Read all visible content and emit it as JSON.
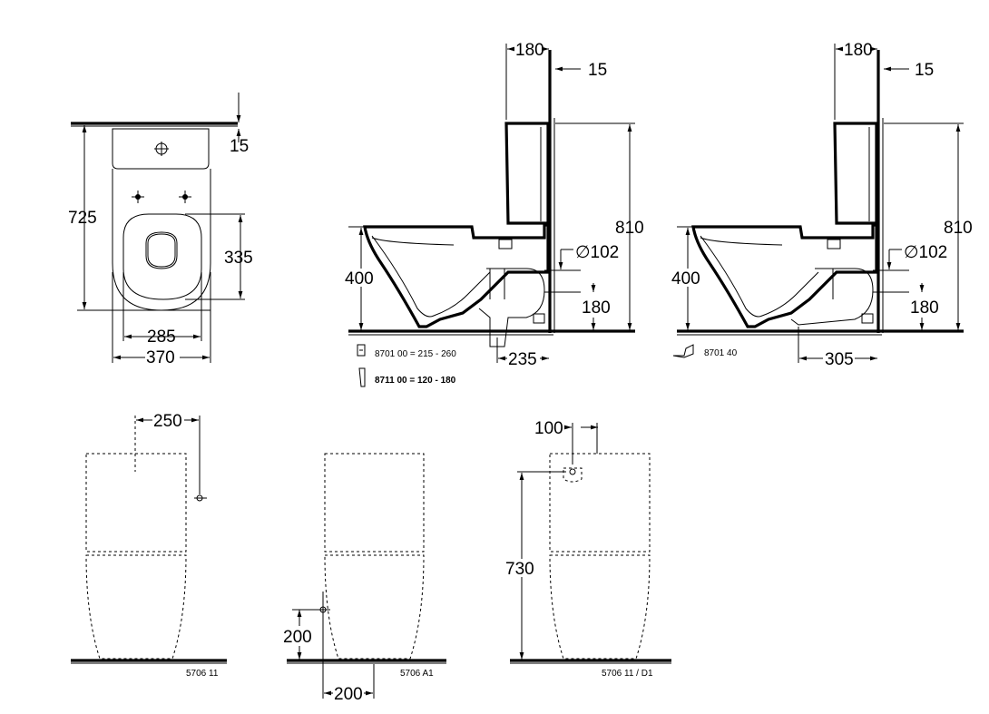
{
  "plan_view": {
    "dims": [
      "15",
      "725",
      "335",
      "285",
      "370"
    ]
  },
  "side_view_1": {
    "dims": [
      "180",
      "15",
      "810",
      "400",
      "∅102",
      "180",
      "235"
    ],
    "notes": [
      "8701 00 = 215 - 260",
      "8711 00 = 120 - 180"
    ]
  },
  "side_view_2": {
    "dims": [
      "180",
      "15",
      "810",
      "400",
      "∅102",
      "180",
      "305"
    ],
    "notes": [
      "8701 40"
    ]
  },
  "front_view_1": {
    "dims": [
      "250"
    ],
    "code": "5706 11"
  },
  "front_view_2": {
    "dims": [
      "200",
      "200"
    ],
    "code": "5706 A1"
  },
  "front_view_3": {
    "dims": [
      "100",
      "730"
    ],
    "code": "5706 11 / D1"
  }
}
